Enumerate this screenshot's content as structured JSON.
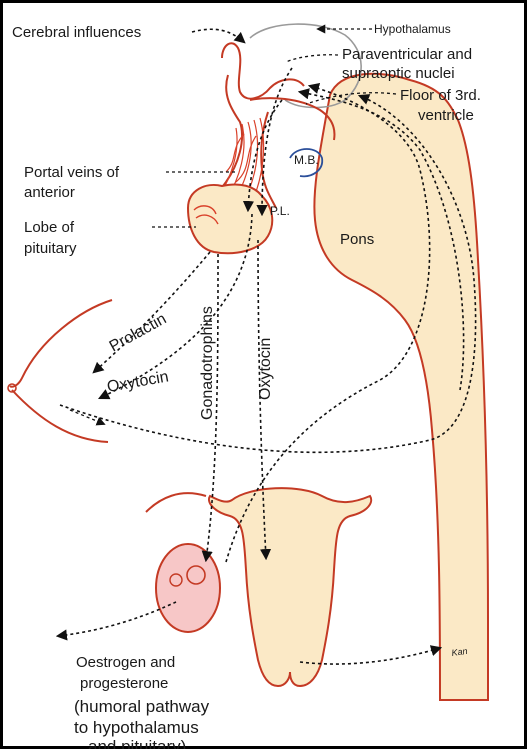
{
  "labels": {
    "cerebral_influences": "Cerebral influences",
    "hypothalamus": "Hypothalamus",
    "paraventricular_1": "Paraventricular and",
    "paraventricular_2": "supraoptic nuclei",
    "floor_1": "Floor of 3rd.",
    "floor_2": "ventricle",
    "portal_1": "Portal veins of",
    "portal_2": "anterior",
    "lobe_1": "Lobe of",
    "lobe_2": "pituitary",
    "mb": "M.B.",
    "pl": "P.L.",
    "pons": "Pons",
    "prolactin": "Prolactin",
    "oxytocin_left": "Oxytocin",
    "gonadotrophins": "Gonadotrophins",
    "oxytocin_vertical": "Oxytocin",
    "oestrogen_1": "Oestrogen and",
    "oestrogen_2": "progesterone",
    "humoral_1": "(humoral pathway",
    "humoral_2": "to hypothalamus",
    "humoral_3": "and pituitary)",
    "signature": "Kan"
  },
  "colors": {
    "organ_fill": "#fbe9c6",
    "organ_stroke": "#c43a24",
    "ovary_fill": "#f7c7c7",
    "hypothalamus_stroke": "#9a9a9a",
    "mb_stroke": "#2b4f9a",
    "arrow": "#111111"
  }
}
